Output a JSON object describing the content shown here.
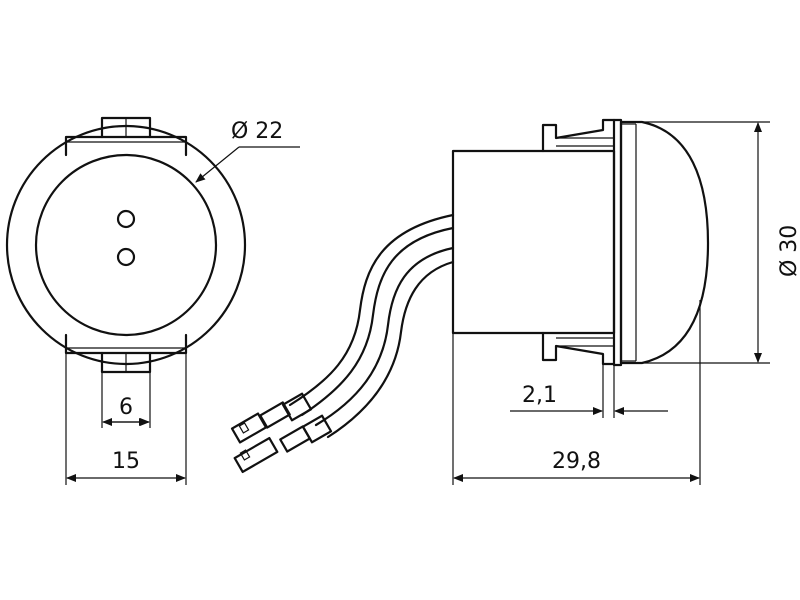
{
  "drawing": {
    "dimensions": {
      "front_diameter": "Ø 22",
      "side_diameter": "Ø 30",
      "width_small": "6",
      "width_front": "15",
      "flange_thickness": "2,1",
      "overall_length": "29,8"
    },
    "colors": {
      "line": "#111111",
      "background": "#ffffff"
    }
  }
}
